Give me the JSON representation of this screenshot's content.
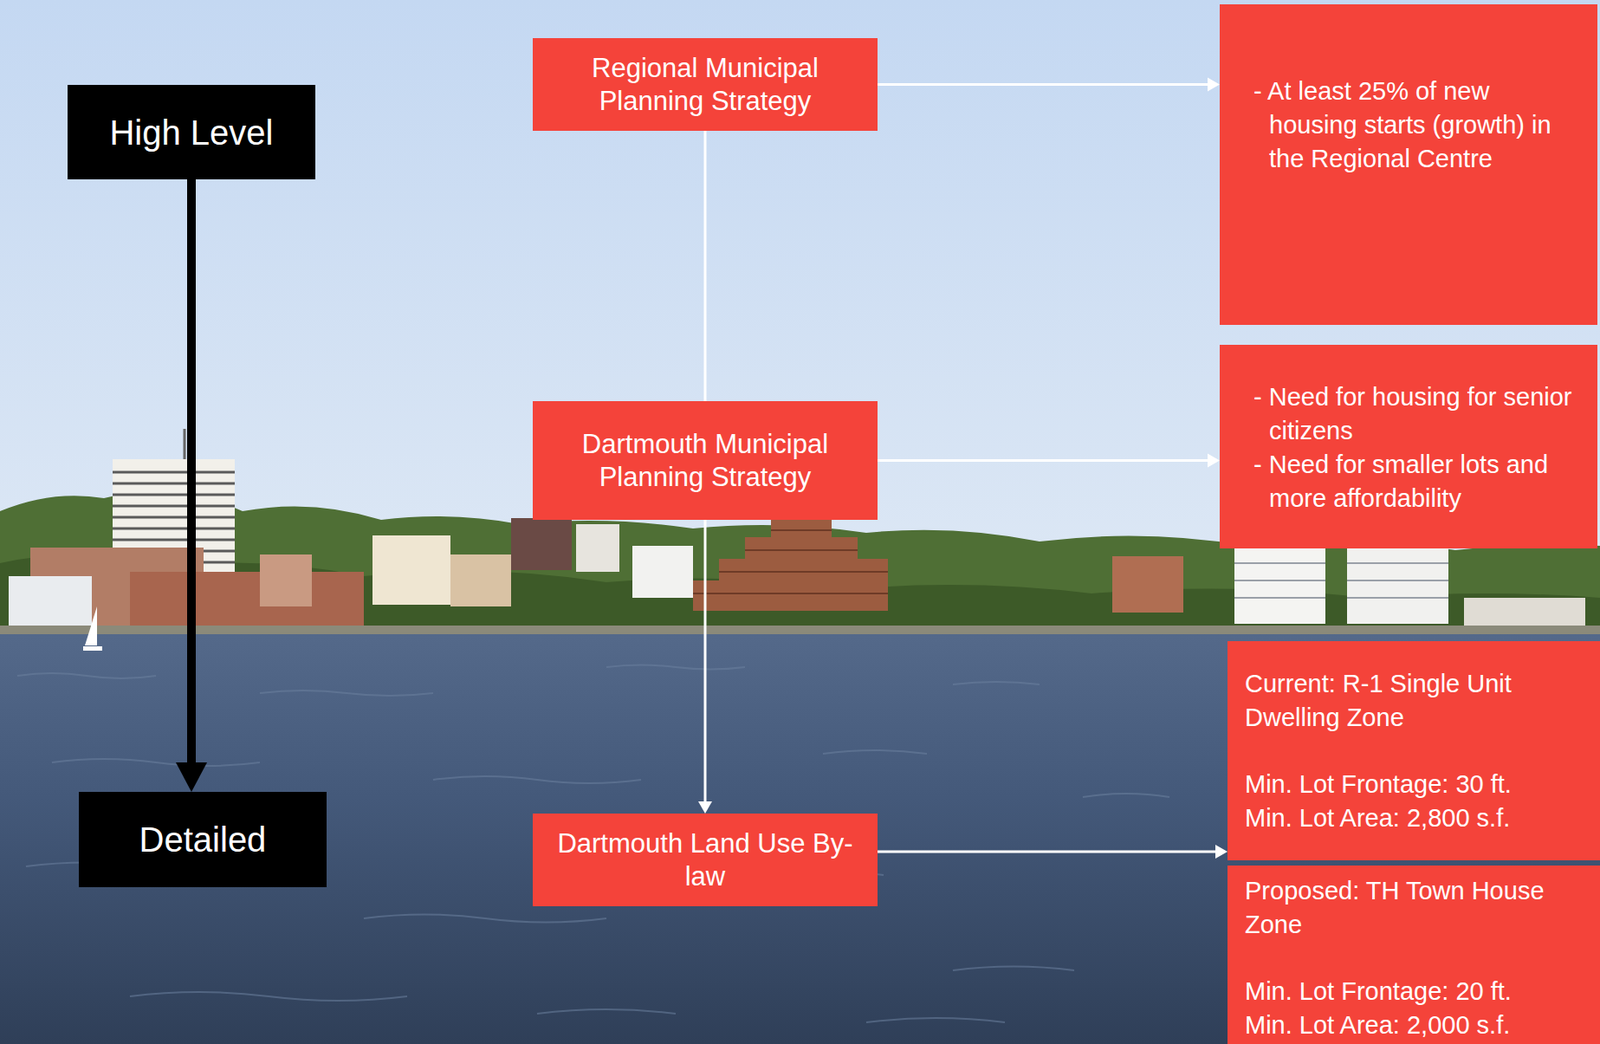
{
  "diagram": {
    "nodes": [
      {
        "text": [
          "High Level"
        ]
      },
      {
        "text": [
          "Regional Municipal Planning Strategy"
        ]
      },
      {
        "text": [
          "- At least 25% of new housing starts (growth) in the Regional Centre"
        ]
      },
      {
        "text": [
          "Dartmouth Municipal Planning Strategy"
        ]
      },
      {
        "text": [
          "- Need for housing for senior citizens",
          "- Need for smaller lots and more affordability"
        ]
      },
      {
        "text": [
          "Detailed"
        ]
      },
      {
        "text": [
          "Dartmouth Land Use By-law"
        ]
      },
      {
        "text": [
          "Current: R-1 Single Unit Dwelling Zone",
          "Min. Lot Frontage: 30 ft.",
          "Min. Lot Area: 2,800 s.f."
        ]
      },
      {
        "text": [
          "Proposed: TH Town House Zone",
          "Min. Lot Frontage: 20 ft.",
          "Min. Lot Area: 2,000 s.f."
        ]
      }
    ],
    "edges": [
      {
        "from": 0,
        "to": 5,
        "arrow": "to"
      },
      {
        "from": 1,
        "to": 3,
        "arrow": "none"
      },
      {
        "from": 3,
        "to": 6,
        "arrow": "to"
      },
      {
        "from": 1,
        "to": 2,
        "arrow": "to"
      },
      {
        "from": 3,
        "to": 4,
        "arrow": "to"
      },
      {
        "from": 6,
        "to": 7,
        "arrow": "to"
      }
    ]
  }
}
